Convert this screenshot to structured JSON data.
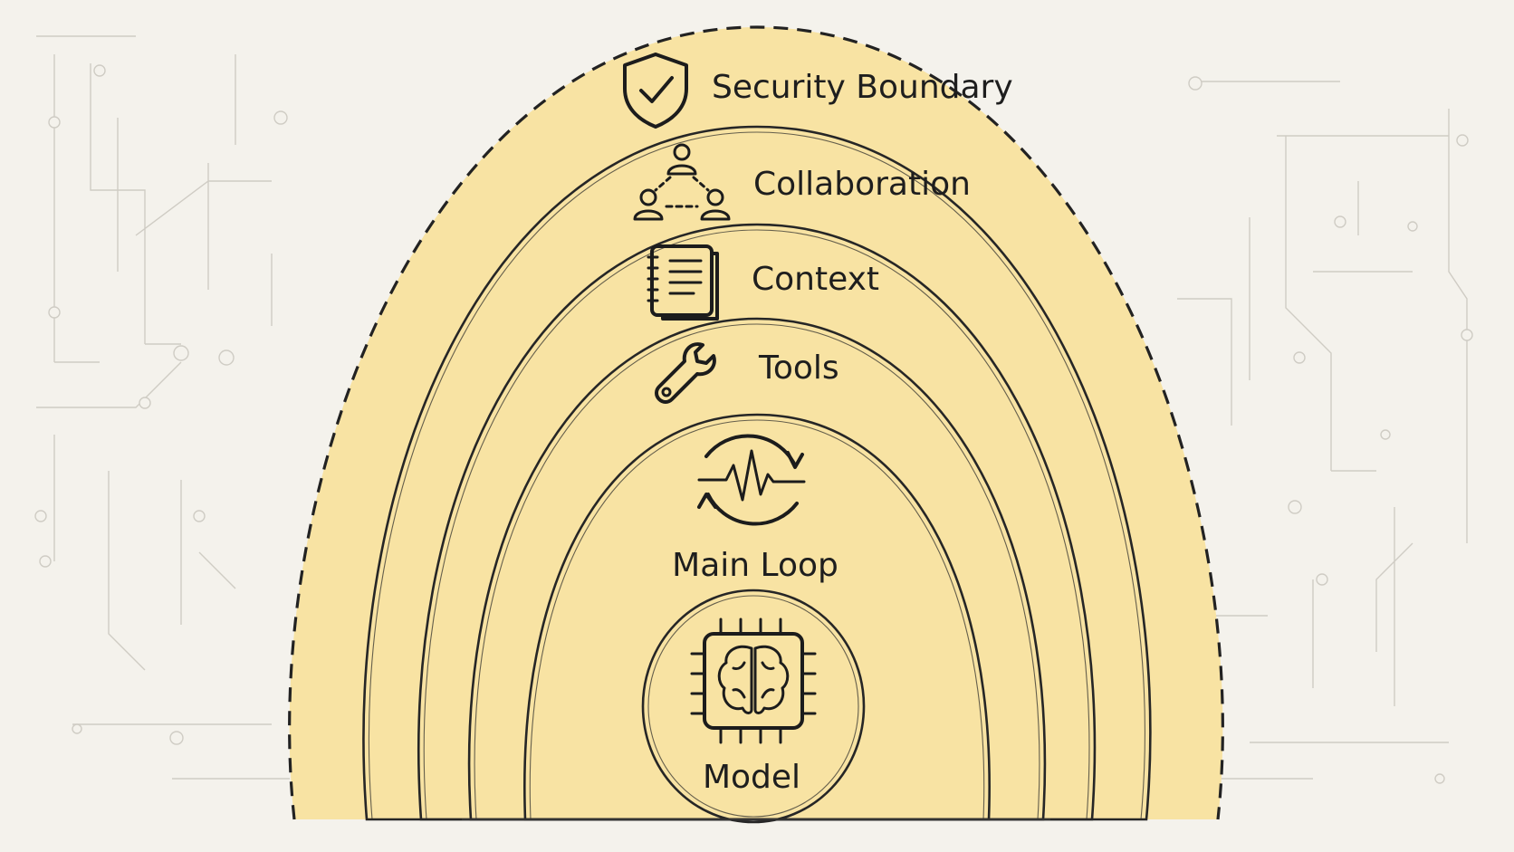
{
  "diagram": {
    "colors": {
      "background": "#f4f2ec",
      "highlight_fill": "#f8e3a3",
      "ring_fill": "#f6f4ee",
      "ink": "#1e1e1e",
      "circuit_traces": "#cfccc4"
    },
    "layers": [
      {
        "label": "Security Boundary",
        "icon": "shield-check-icon",
        "border": "dashed",
        "fill": "highlight"
      },
      {
        "label": "Collaboration",
        "icon": "people-network-icon",
        "border": "solid",
        "fill": "plain"
      },
      {
        "label": "Context",
        "icon": "notebook-icon",
        "border": "solid",
        "fill": "plain"
      },
      {
        "label": "Tools",
        "icon": "wrench-icon",
        "border": "solid",
        "fill": "plain"
      },
      {
        "label": "Main Loop",
        "icon": "heartbeat-cycle-icon",
        "border": "solid",
        "fill": "highlight"
      },
      {
        "label": "Model",
        "icon": "brain-chip-icon",
        "border": "solid",
        "fill": "plain"
      }
    ]
  }
}
